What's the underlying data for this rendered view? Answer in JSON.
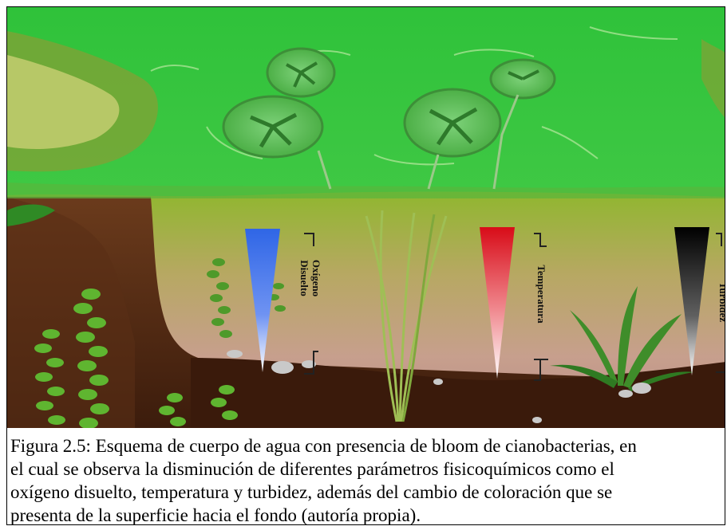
{
  "figure": {
    "labels": {
      "oxygen_line1": "Oxígeno",
      "oxygen_line2": "Disuelto",
      "temperature": "Temperatura",
      "turbidity": "Turbidez"
    },
    "indicator_colors": {
      "oxygen": "#3f6fe8",
      "temperature": "#e0101c",
      "turbidity": "#0a0a0a"
    },
    "caption_lines": [
      "Figura 2.5: Esquema de cuerpo de agua con presencia de bloom de cianobacterias, en",
      "el cual se observa la disminución de diferentes parámetros fisicoquímicos como el",
      "oxígeno disuelto, temperatura y turbidez, además del cambio de coloración que se",
      "presenta de la superficie hacia el fondo (autoría propia)."
    ]
  }
}
